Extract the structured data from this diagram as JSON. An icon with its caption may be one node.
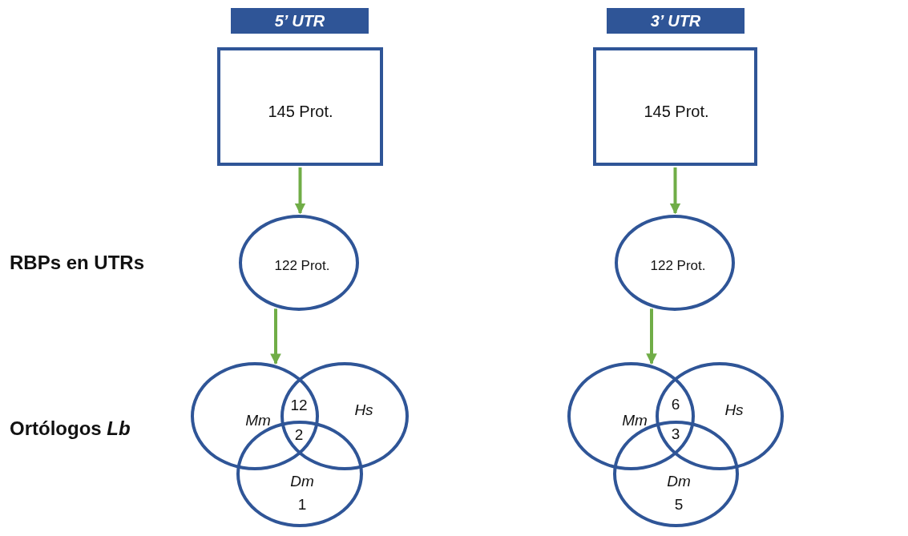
{
  "diagram": {
    "nodes": [
      {
        "text": [
          "5’ UTR"
        ]
      },
      {
        "text": [
          "3’ UTR"
        ]
      },
      {
        "text": [
          "145 Prot."
        ]
      },
      {
        "text": [
          "145 Prot."
        ]
      },
      {
        "text": [
          "122 Prot."
        ]
      },
      {
        "text": [
          "122 Prot."
        ]
      },
      {
        "text": [
          "Mm"
        ]
      },
      {
        "text": [
          "Hs"
        ]
      },
      {
        "text": [
          "Dm",
          "1"
        ]
      },
      {
        "text": [
          "Mm"
        ]
      },
      {
        "text": [
          "Hs"
        ]
      },
      {
        "text": [
          "Dm",
          "5"
        ]
      }
    ],
    "edges": [
      {
        "from": 2,
        "to": 4,
        "arrow": "to"
      },
      {
        "from": 4,
        "to": 6,
        "arrow": "to"
      },
      {
        "from": 3,
        "to": 5,
        "arrow": "to"
      },
      {
        "from": 5,
        "to": 9,
        "arrow": "to"
      }
    ],
    "labels": [
      "RBPs en UTRs",
      "Ortólogos *Lb*",
      "12",
      "2",
      "6",
      "3"
    ]
  }
}
